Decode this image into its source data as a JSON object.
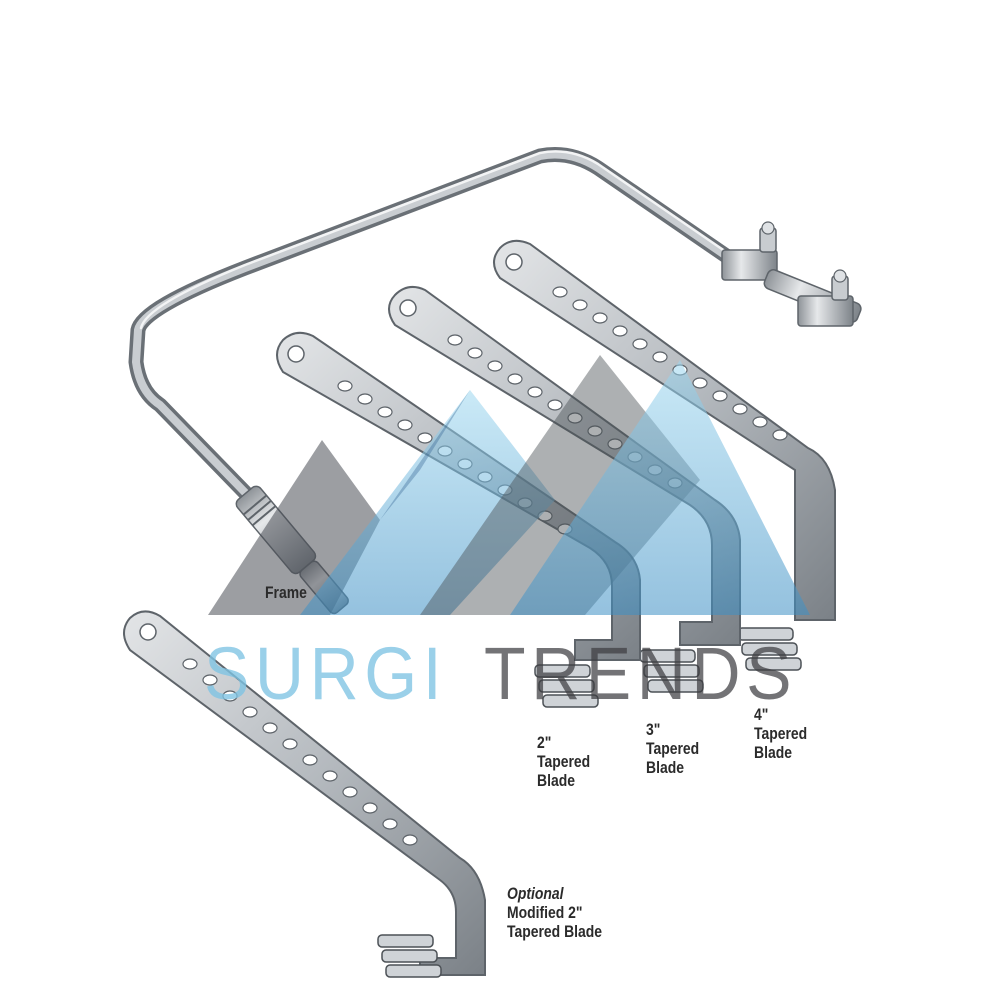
{
  "image": {
    "subject": "surgical-retractor-set",
    "colors": {
      "steel_light": "#d7dadd",
      "steel_mid": "#a5aaaf",
      "steel_dark": "#5e646a",
      "wm_blue": "#5cb8e0",
      "wm_dark": "#2d5f90",
      "wm_grey": "#3e3e42"
    }
  },
  "labels": {
    "frame": "Frame",
    "blade_2": {
      "line1": "2\"",
      "line2": "Tapered",
      "line3": "Blade"
    },
    "blade_3": {
      "line1": "3\"",
      "line2": "Tapered",
      "line3": "Blade"
    },
    "blade_4": {
      "line1": "4\"",
      "line2": "Tapered",
      "line3": "Blade"
    },
    "optional": {
      "line1": "Optional",
      "line2": "Modified 2\"",
      "line3": "Tapered Blade"
    }
  },
  "watermark": {
    "word1": "SURGI",
    "word2": "TRENDS"
  }
}
